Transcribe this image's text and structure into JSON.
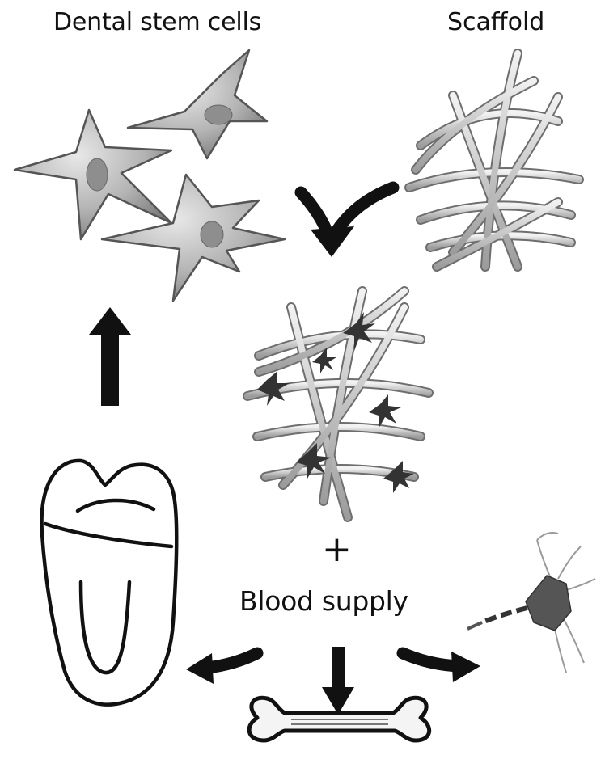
{
  "labels": {
    "stem_cells": "Dental stem cells",
    "scaffold": "Scaffold",
    "plus": "+",
    "blood_supply": "Blood supply"
  },
  "icons": [
    "stem-cell-icon",
    "scaffold-icon",
    "seeded-scaffold-icon",
    "tooth-icon",
    "bone-icon",
    "neuron-icon",
    "arrow-icon"
  ],
  "colors": {
    "ink": "#111111",
    "cell_fill": "#b8b8b8",
    "nucleus": "#8e8e8e",
    "scaffold_fiber": "#cfcfcf",
    "scaffold_edge": "#6e6e6e"
  }
}
